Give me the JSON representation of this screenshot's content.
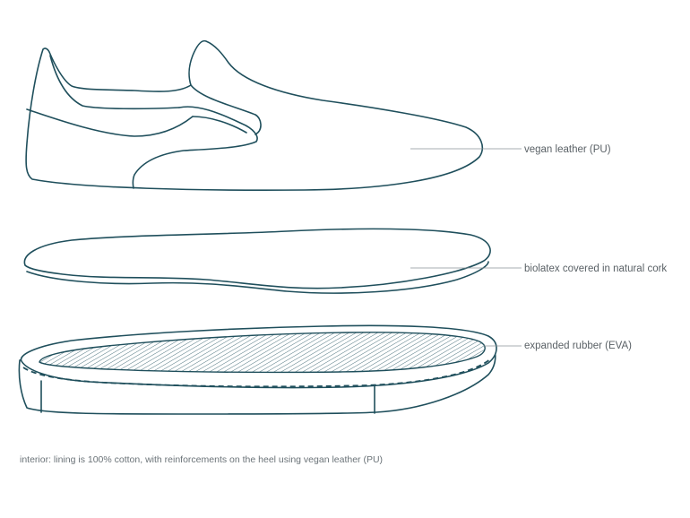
{
  "labels": {
    "upper": "vegan leather (PU)",
    "insole": "biolatex covered in natural cork",
    "sole": "expanded rubber (EVA)"
  },
  "footnote": "interior: lining is 100% cotton, with reinforcements on the heel using vegan leather (PU)",
  "colors": {
    "outline": "#1f4f5c",
    "leader_line": "#8a9296",
    "label_text": "#5a6166",
    "background": "#ffffff"
  }
}
